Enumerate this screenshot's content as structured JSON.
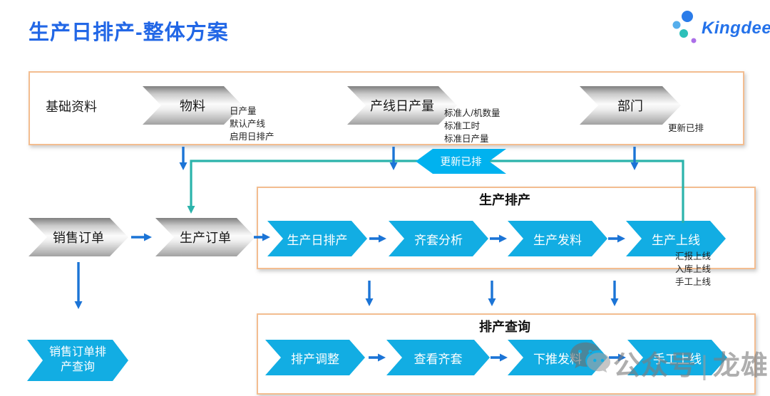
{
  "page": {
    "title": "生产日排产-整体方案",
    "logo_text": "Kingdee"
  },
  "base_box": {
    "label": "基础资料",
    "items": [
      {
        "label": "物料",
        "note": "日产量\n默认产线\n启用日排产"
      },
      {
        "label": "产线日产量",
        "note": "标准人/机数量\n标准工时\n标准日产量"
      },
      {
        "label": "部门",
        "note": "更新已排"
      }
    ]
  },
  "update_label": "更新已排",
  "order_flow": [
    {
      "label": "销售订单"
    },
    {
      "label": "生产订单"
    }
  ],
  "production_box": {
    "title": "生产排产",
    "steps": [
      "生产日排产",
      "齐套分析",
      "生产发料",
      "生产上线"
    ],
    "note": "汇报上线\n入库上线\n手工上线"
  },
  "query_box": {
    "title": "排产查询",
    "steps": [
      "排产调整",
      "查看齐套",
      "下推发料",
      "手工上线"
    ]
  },
  "sales_query_label": "销售订单排产查询",
  "watermark": {
    "left": "公众号",
    "separator": "|",
    "right": "龙雄"
  },
  "colors": {
    "title_blue": "#2267e6",
    "box_border_orange": "#f3bd90",
    "step_blue": "#12ade3",
    "arrow_blue": "#1b74d6",
    "feedback_teal": "#2bb3ab",
    "chip_cyan": "#00b2ef",
    "watermark_gray": "#7e7e7e"
  }
}
